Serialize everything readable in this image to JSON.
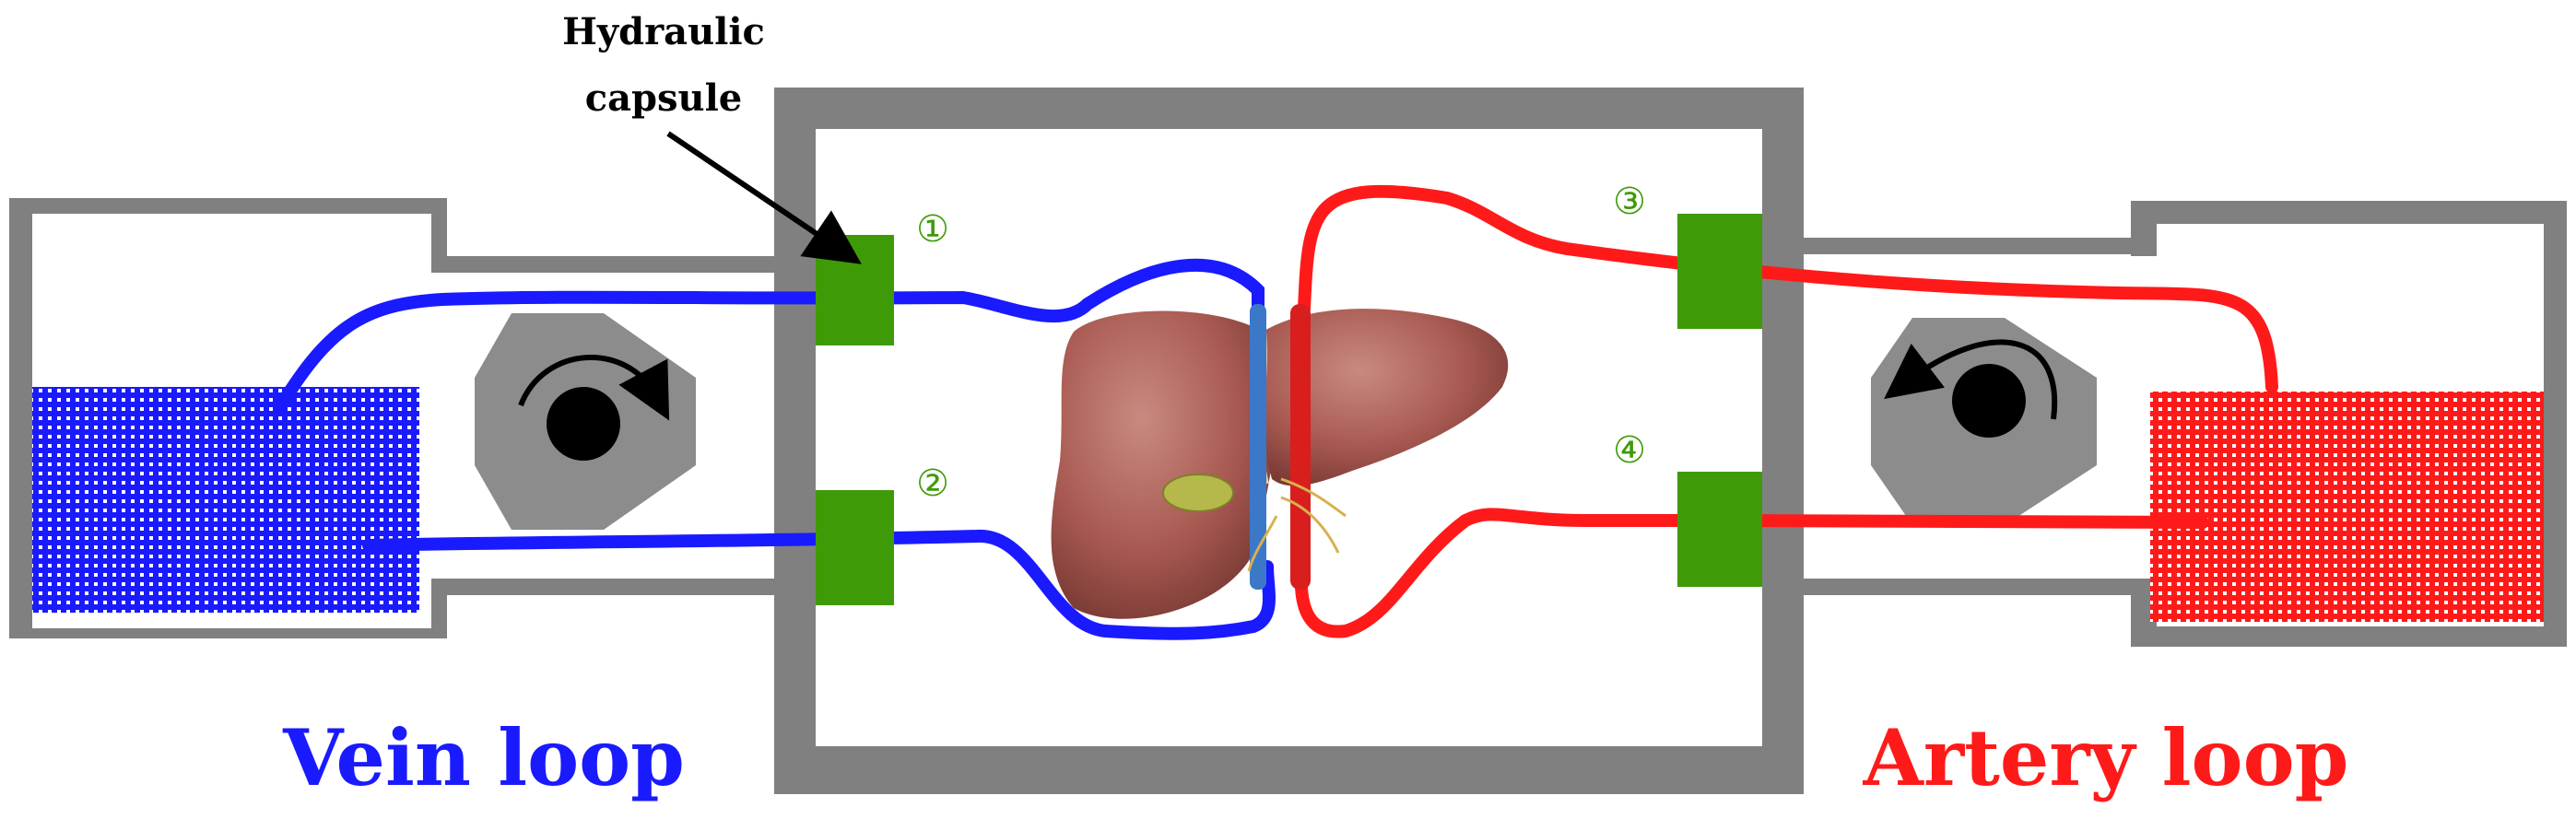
{
  "annotation": {
    "line1": "Hydraulic",
    "line2": "capsule"
  },
  "labels": {
    "vein_loop": "Vein loop",
    "artery_loop": "Artery loop"
  },
  "capsules": [
    {
      "number": "①"
    },
    {
      "number": "②"
    },
    {
      "number": "③"
    },
    {
      "number": "④"
    }
  ],
  "colors": {
    "vein": "#1a1aff",
    "artery": "#ff1a1a",
    "frame": "#808080",
    "capsule": "#3f9a08",
    "pump_body": "#8c8c8c",
    "liver": "#a85a52",
    "gallbladder": "#b5b84a"
  },
  "icons": {
    "vein_pump": "rotary-pump-clockwise-icon",
    "artery_pump": "rotary-pump-counterclockwise-icon",
    "organ": "liver-icon"
  }
}
